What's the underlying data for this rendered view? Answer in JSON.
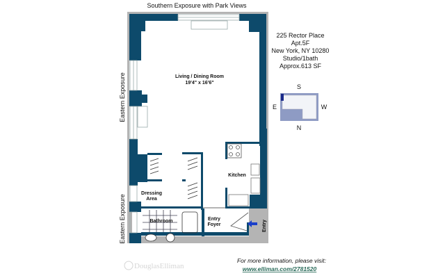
{
  "title": "Southern Exposure with Park Views",
  "side_labels": {
    "east_upper": "Eastern Exposure",
    "east_lower": "Eastern Exposure",
    "entry": "Entry"
  },
  "rooms": {
    "living": "Living / Dining Room",
    "living_dims": "19'4\" x 16'6\"",
    "kitchen": "Kitchen",
    "dressing_1": "Dressing",
    "dressing_2": "Area",
    "bathroom": "Bathroom",
    "foyer_1": "Entry",
    "foyer_2": "Foyer"
  },
  "info": [
    "225 Rector Place",
    "Apt.5F",
    "New York, NY 10280",
    "Studio/1bath",
    "Approx.613  SF"
  ],
  "compass": {
    "s": "S",
    "e": "E",
    "w": "W",
    "n": "N"
  },
  "footer": {
    "prompt": "For more information, please visit:",
    "link": "www.elliman.com/2781520"
  },
  "logo": "DouglasElliman",
  "colors": {
    "wall": "#0d4a6b",
    "frame": "#b4b4b4",
    "arrow": "#1a3fc9",
    "link": "#2a6b5a"
  }
}
